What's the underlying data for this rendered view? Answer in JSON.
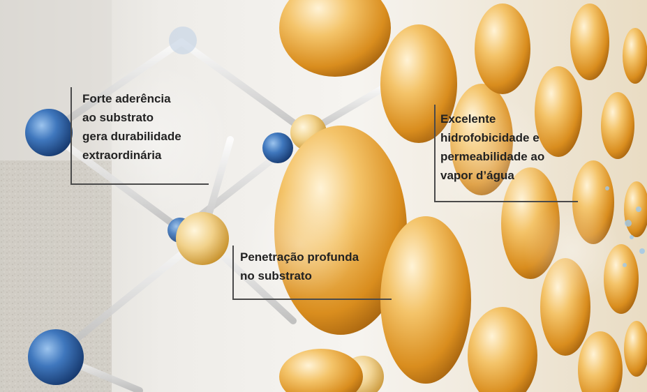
{
  "callouts": {
    "adhesion": {
      "lines": [
        "Forte aderência",
        "ao substrato",
        "gera durabilidade",
        "extraordinária"
      ]
    },
    "penetration": {
      "lines": [
        "Penetração profunda",
        "no substrato"
      ]
    },
    "hydrophobicity": {
      "lines": [
        "Excelente",
        "hidrofobicidade e",
        "permeabilidade ao",
        "vapor d’água"
      ]
    }
  },
  "colors": {
    "accent_amber": "#e6a236",
    "node_blue": "#2f62a6",
    "line_dark": "#4a4a4a"
  }
}
